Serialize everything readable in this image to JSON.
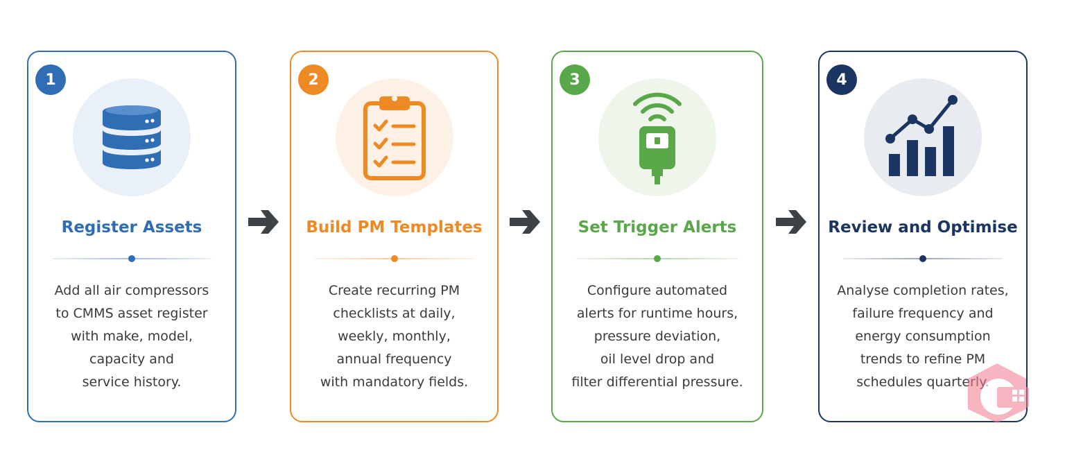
{
  "colors": {
    "step1": "#2f6db5",
    "step2": "#ee8a24",
    "step3": "#58a748",
    "step4": "#1a3561",
    "arrow": "#3d4246",
    "text": "#3a3a3a"
  },
  "steps": [
    {
      "number": "1",
      "title": "Register Assets",
      "icon": "database-icon",
      "description": [
        "Add all air compressors",
        "to CMMS asset register",
        "with make, model,",
        "capacity and",
        "service history."
      ]
    },
    {
      "number": "2",
      "title": "Build PM Templates",
      "icon": "clipboard-checklist-icon",
      "description": [
        "Create recurring PM",
        "checklists at daily,",
        "weekly, monthly,",
        "annual frequency",
        "with mandatory fields."
      ]
    },
    {
      "number": "3",
      "title": "Set Trigger Alerts",
      "icon": "wireless-sensor-icon",
      "description": [
        "Configure automated",
        "alerts for runtime hours,",
        "pressure deviation,",
        "oil level drop and",
        "filter differential pressure."
      ]
    },
    {
      "number": "4",
      "title": "Review and Optimise",
      "icon": "bar-chart-trend-icon",
      "description": [
        "Analyse completion rates,",
        "failure frequency and",
        "energy consumption",
        "trends to refine PM",
        "schedules quarterly."
      ]
    }
  ],
  "arrows": [
    "arrow-right-icon",
    "arrow-right-icon",
    "arrow-right-icon"
  ]
}
